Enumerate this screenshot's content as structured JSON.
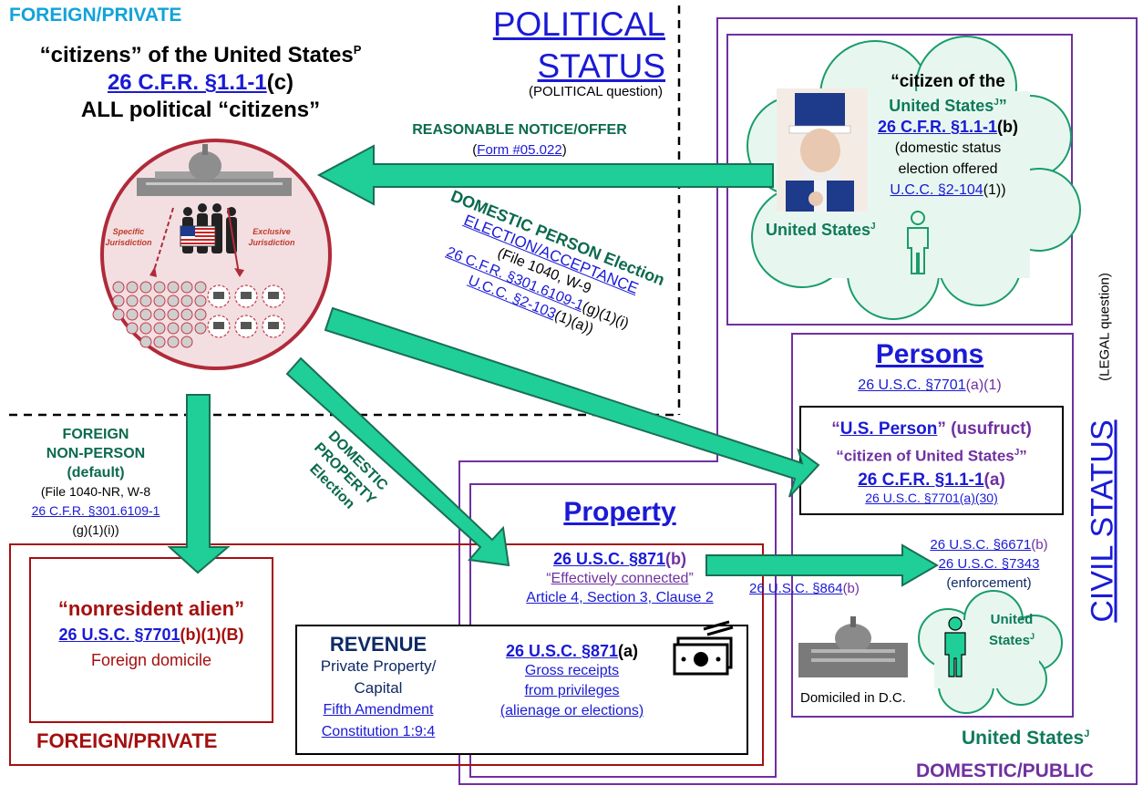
{
  "colors": {
    "teal_arrow": "#1fcf97",
    "teal_text": "#0e7a5a",
    "purple_border": "#7030a0",
    "red_border": "#a50f0f",
    "link_blue": "#1a1ad6",
    "foreign_blue": "#12a3d8",
    "cloud_fill": "#e7f7ef",
    "cloud_stroke": "#1a9c6a",
    "circle_fill": "#f3dfe1",
    "circle_stroke": "#b02a3a"
  },
  "top_left": {
    "heading": "FOREIGN/PRIVATE",
    "citizens_line": "“citizens” of the United States",
    "citizens_sup": "P",
    "cfr_link": "26 C.F.R. §1.1-1",
    "cfr_suffix": "(c)",
    "all_political": "ALL political “citizens”"
  },
  "political_status": {
    "line1": "POLITICAL",
    "line2": "STATUS",
    "note": "(POLITICAL question)"
  },
  "circle": {
    "left_label_1": "Specific",
    "left_label_2": "Jurisdiction",
    "right_label_1": "Exclusive",
    "right_label_2": "Jurisdiction"
  },
  "notice": {
    "title": "REASONABLE NOTICE/OFFER",
    "open_paren": "(",
    "link": "Form #05.022",
    "close_paren": ")"
  },
  "cloud_top": {
    "line1": "“citizen of the",
    "line2": "United States",
    "line2_sup": "J",
    "line2_quote": "”",
    "cfr_link": "26 C.F.R. §1.1-1",
    "cfr_suffix": "(b)",
    "line4": "(domestic status",
    "line5": "election offered",
    "ucc_link": "U.C.C. §2-104",
    "ucc_suffix": "(1))",
    "us_label": "United States",
    "us_sup": "J"
  },
  "domestic_person": {
    "title1": "DOMESTIC PERSON Election",
    "title2": "ELECTION/ACCEPTANCE",
    "forms": "(File 1040, W-9",
    "cfr_link": "26 C.F.R. §301.6109-1",
    "cfr_suffix": "(g)(1)(i)",
    "ucc_link": "U.C.C. §2-103",
    "ucc_suffix": "(1)(a))"
  },
  "foreign_nonperson": {
    "line1": "FOREIGN",
    "line2": "NON-PERSON",
    "line3": "(default)",
    "line4": "(File 1040-NR, W-8",
    "cfr_link": "26 C.F.R. §301.6109-1",
    "cfr_suffix": "(g)(1)(i))"
  },
  "domestic_property": {
    "line1": "DOMESTIC",
    "line2": "PROPERTY",
    "line3": "Election"
  },
  "civil_status": {
    "title": "CIVIL STATUS",
    "note": "(LEGAL question)"
  },
  "persons": {
    "title": "Persons",
    "usc_link": "26 U.S.C. §7701",
    "usc_suffix": "(a)(1)",
    "usperson_open": "“",
    "usperson_link": "U.S. Person",
    "usperson_close": "” (usufruct)",
    "citizen_line": "“citizen of United States",
    "citizen_sup": "J",
    "citizen_quote": "”",
    "cfr_link": "26 C.F.R. §1.1-1",
    "cfr_suffix": "(a)",
    "usc30_link": "26 U.S.C. §7701(a)(30)"
  },
  "enforcement": {
    "usc6671_link": "26 U.S.C. §6671",
    "usc6671_suffix": "(b)",
    "usc7343_link": "26 U.S.C. §7343",
    "note": "(enforcement)",
    "usc864_link": "26 U.S.C. §864",
    "usc864_suffix": "(b)"
  },
  "cloud_small": {
    "line1": "United",
    "line2": "States",
    "sup": "J"
  },
  "domiciled": "Domiciled in D.C.",
  "property": {
    "title": "Property",
    "usc871_link": "26 U.S.C. §871",
    "usc871_suffix": "(b)",
    "effectively_open": "“",
    "effectively_link": "Effectively connected",
    "effectively_close": "”",
    "article_link": "Article 4, Section 3, Clause 2"
  },
  "nonresident": {
    "title": "“nonresident alien”",
    "usc_link": "26 U.S.C. §7701",
    "usc_suffix": "(b)(1)(B)",
    "domicile": "Foreign domicile"
  },
  "revenue": {
    "title": "REVENUE",
    "line2": "Private Property/",
    "line3": "Capital",
    "fifth_link": "Fifth Amendment",
    "const_link": "Constitution 1:9:4",
    "usc871a_link": "26 U.S.C. §871",
    "usc871a_suffix": "(a)",
    "gross1": "Gross receipts",
    "gross2": "from privileges",
    "gross3": "(alienage or elections)"
  },
  "bottom": {
    "foreign_private": "FOREIGN/PRIVATE",
    "us_label": "United States",
    "us_sup": "J",
    "domestic_public": "DOMESTIC/PUBLIC"
  }
}
